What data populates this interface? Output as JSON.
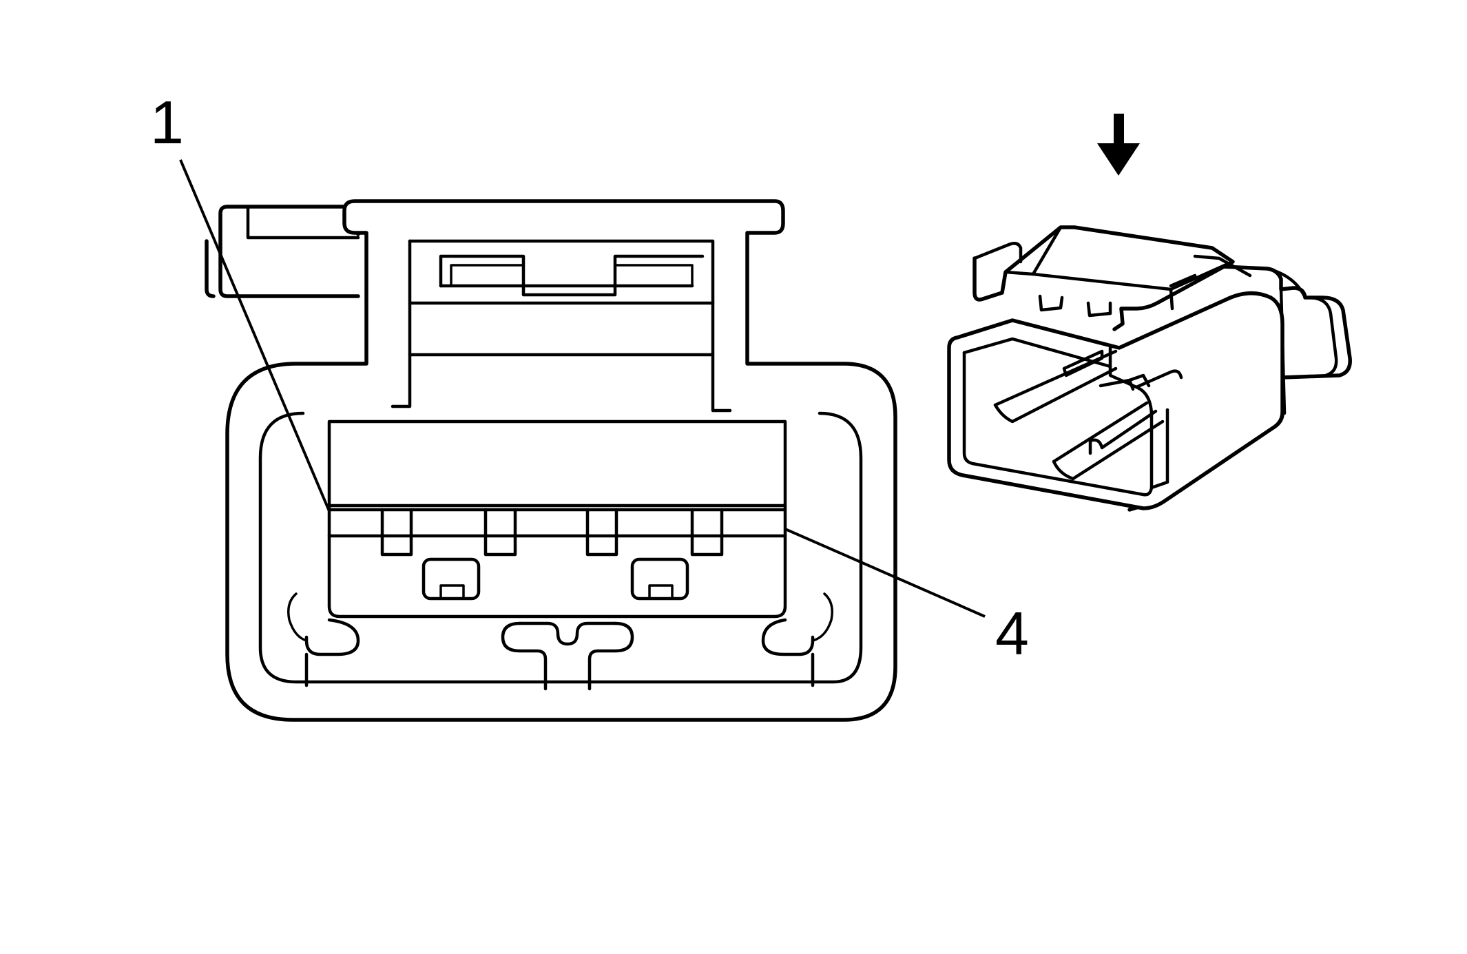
{
  "diagram": {
    "front_view": {
      "callouts": [
        {
          "id": "pin-first",
          "label": "1"
        },
        {
          "id": "pin-last",
          "label": "4"
        }
      ]
    },
    "iso_view": {
      "arrow_icon": "down-arrow-icon"
    },
    "colors": {
      "line": "#000000",
      "background": "#ffffff"
    }
  }
}
